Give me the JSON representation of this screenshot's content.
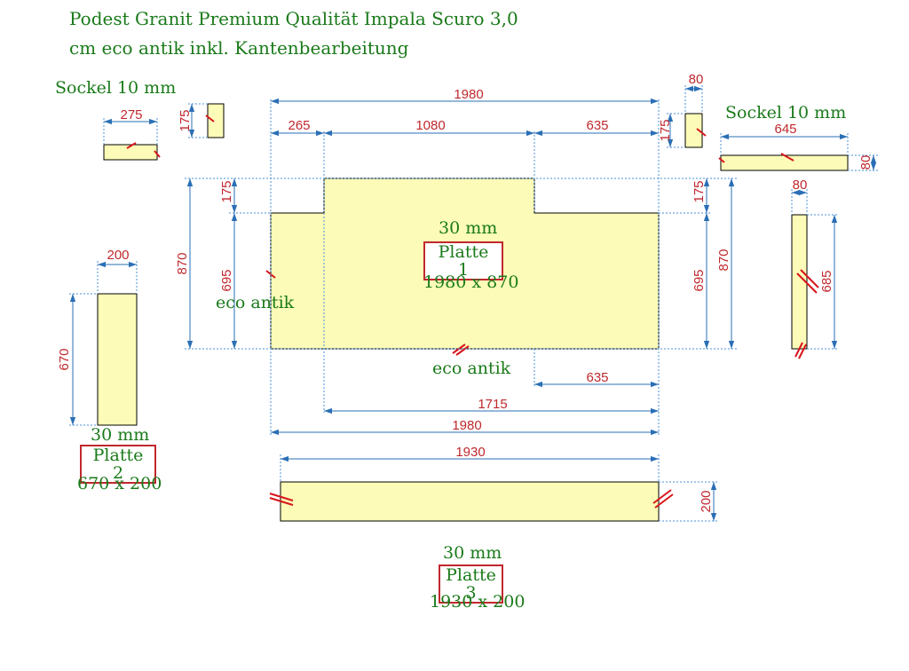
{
  "title": {
    "line1": "Podest Granit Premium Qualität Impala Scuro 3,0",
    "line2": "cm eco antik inkl. Kantenbearbeitung"
  },
  "sockel_left": {
    "label": "Sockel 10 mm",
    "width": "275",
    "height": "175"
  },
  "sockel_right": {
    "label": "Sockel 10 mm",
    "length": "645",
    "height": "80",
    "post_width": "80",
    "post_height": "685",
    "piece_width": "80",
    "piece_height": "175"
  },
  "platte1": {
    "thickness": "30 mm",
    "name": "Platte 1",
    "size": "1980 x 870",
    "edge_left": "eco antik",
    "edge_bottom": "eco antik",
    "dims": {
      "top_total": "1980",
      "top_left": "265",
      "top_mid": "1080",
      "top_right": "635",
      "left_outer": "870",
      "left_inner": "695",
      "left_notch": "175",
      "right_notch": "175",
      "right_inner": "695",
      "right_outer": "870",
      "bottom_right": "635",
      "bottom_mid": "1715",
      "bottom_total": "1980"
    }
  },
  "platte2": {
    "thickness": "30 mm",
    "name": "Platte 2",
    "size": "670 x 200",
    "width": "200",
    "height": "670"
  },
  "platte3": {
    "thickness": "30 mm",
    "name": "Platte 3",
    "size": "1930 x 200",
    "width": "1930",
    "height": "200"
  }
}
